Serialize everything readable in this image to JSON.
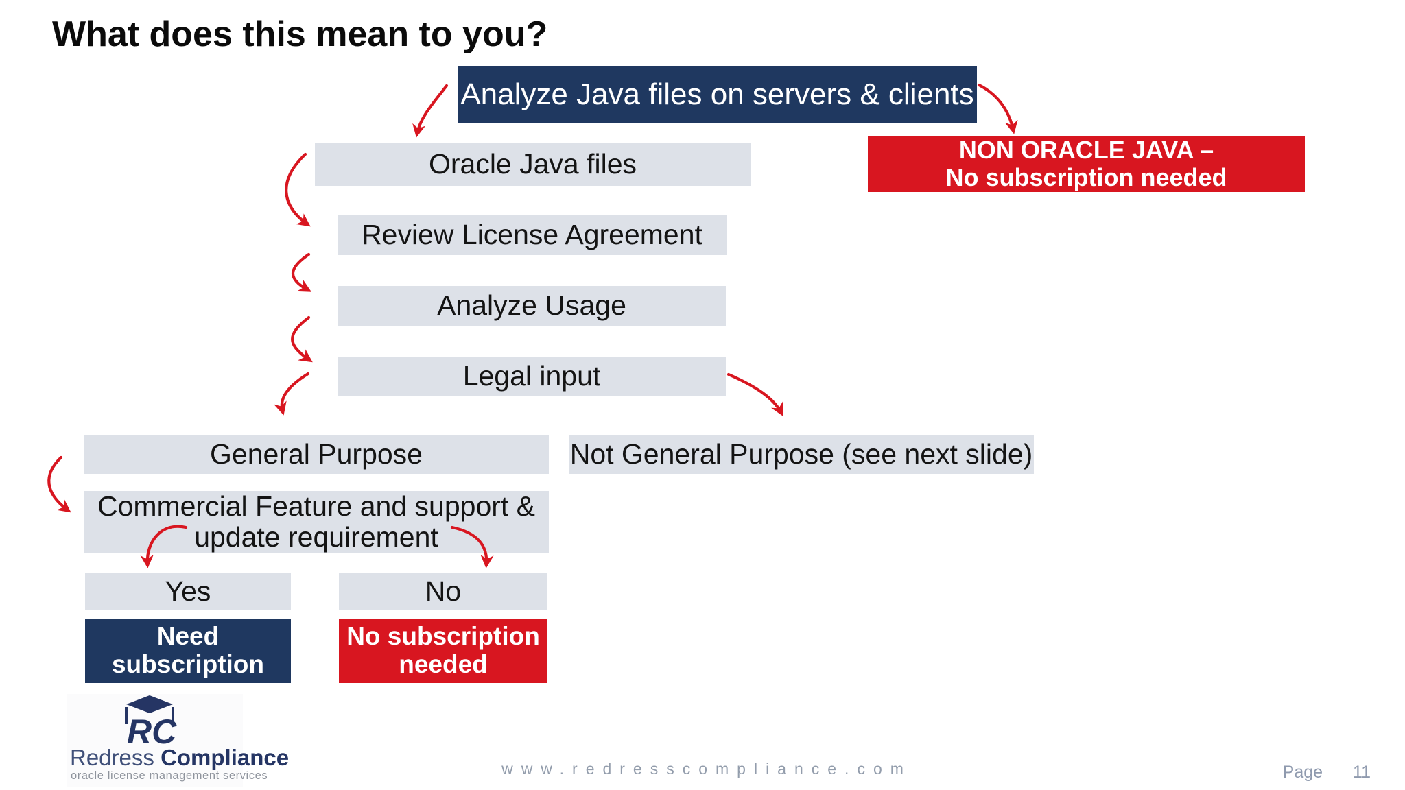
{
  "title": "What does this mean to you?",
  "colors": {
    "navy": "#1f3860",
    "red": "#d81620",
    "gray_box": "#dde1e8",
    "arrow_red": "#d81620"
  },
  "nodes": {
    "analyze": {
      "label": "Analyze Java files on servers & clients"
    },
    "non_oracle": {
      "line1": "NON ORACLE JAVA –",
      "line2": "No subscription needed"
    },
    "oracle_files": {
      "label": "Oracle Java files"
    },
    "review": {
      "label": "Review License Agreement"
    },
    "usage": {
      "label": "Analyze Usage"
    },
    "legal": {
      "label": "Legal input"
    },
    "general": {
      "label": "General Purpose"
    },
    "not_general": {
      "label": "Not General Purpose (see next slide)"
    },
    "commercial": {
      "line1": "Commercial Feature and support &",
      "line2": "update requirement"
    },
    "yes": {
      "label": "Yes"
    },
    "no": {
      "label": "No"
    },
    "need_sub": {
      "line1": "Need",
      "line2": "subscription"
    },
    "no_sub": {
      "line1": "No subscription",
      "line2": "needed"
    }
  },
  "logo": {
    "monogram": "RC",
    "brand_light": "Redress",
    "brand_bold": "Compliance",
    "tagline": "oracle license management services"
  },
  "footer": {
    "url": "www.redresscompliance.com",
    "page_label": "Page",
    "page_number": "11"
  }
}
